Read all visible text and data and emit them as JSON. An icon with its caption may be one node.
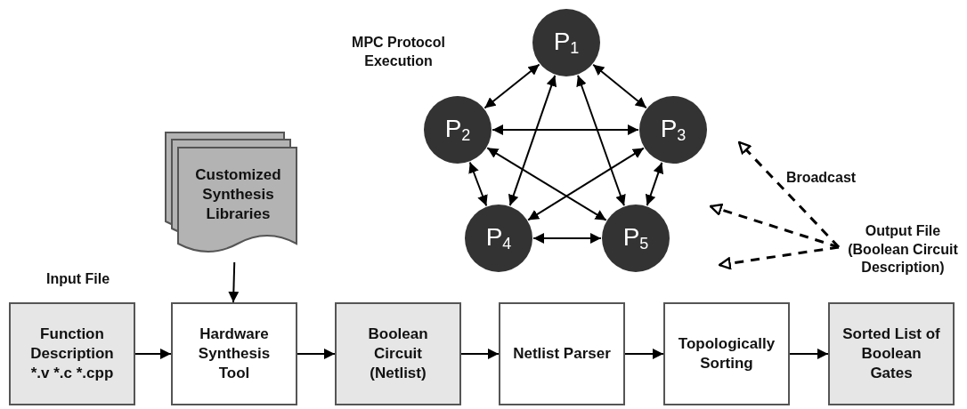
{
  "diagram": {
    "nodes": [
      {
        "text": [
          "P$_{1}$"
        ]
      },
      {
        "text": [
          "P$_{2}$"
        ]
      },
      {
        "text": [
          "P$_{3}$"
        ]
      },
      {
        "text": [
          "P$_{4}$"
        ]
      },
      {
        "text": [
          "P$_{5}$"
        ]
      },
      {
        "text": [
          "Customized Synthesis Libraries"
        ]
      },
      {
        "text": [
          "Function Description *.v *.c *.cpp"
        ]
      },
      {
        "text": [
          "Hardware Synthesis Tool"
        ]
      },
      {
        "text": [
          "Boolean Circuit (Netlist)"
        ]
      },
      {
        "text": [
          "Netlist Parser"
        ]
      },
      {
        "text": [
          "Topologically Sorting"
        ]
      },
      {
        "text": [
          "Sorted List of Boolean Gates"
        ]
      },
      {
        "text": [
          "Output File (Boolean Circuit Description)"
        ]
      }
    ],
    "edges": [
      {
        "from": 0,
        "to": 1,
        "arrow": "both"
      },
      {
        "from": 0,
        "to": 2,
        "arrow": "both"
      },
      {
        "from": 0,
        "to": 3,
        "arrow": "both"
      },
      {
        "from": 0,
        "to": 4,
        "arrow": "both"
      },
      {
        "from": 1,
        "to": 2,
        "arrow": "both"
      },
      {
        "from": 1,
        "to": 3,
        "arrow": "both"
      },
      {
        "from": 1,
        "to": 4,
        "arrow": "both"
      },
      {
        "from": 2,
        "to": 3,
        "arrow": "both"
      },
      {
        "from": 2,
        "to": 4,
        "arrow": "both"
      },
      {
        "from": 3,
        "to": 4,
        "arrow": "both"
      },
      {
        "from": 12,
        "to": null,
        "arrow": "to",
        "style": "dashed"
      },
      {
        "from": 12,
        "to": null,
        "arrow": "to",
        "style": "dashed"
      },
      {
        "from": 12,
        "to": null,
        "arrow": "to",
        "style": "dashed"
      },
      {
        "from": 5,
        "to": 7,
        "arrow": "to"
      },
      {
        "from": 6,
        "to": 7,
        "arrow": "to"
      },
      {
        "from": 7,
        "to": 8,
        "arrow": "to"
      },
      {
        "from": 8,
        "to": 9,
        "arrow": "to"
      },
      {
        "from": 9,
        "to": 10,
        "arrow": "to"
      },
      {
        "from": 10,
        "to": 11,
        "arrow": "to"
      }
    ],
    "labels": [
      "MPC Protocol Execution",
      "Broadcast",
      "Input File"
    ]
  }
}
